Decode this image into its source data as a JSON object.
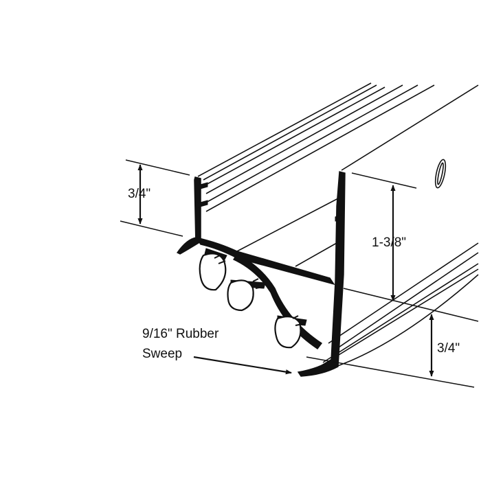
{
  "dimensions": {
    "top_flange": "3/4\"",
    "body_height": "1-3/8\"",
    "bottom_flange": "3/4\""
  },
  "callout": {
    "line1": "9/16\" Rubber",
    "line2": "Sweep"
  },
  "colors": {
    "ink": "#111111",
    "profile_fill": "#ffffff",
    "background": "#ffffff"
  }
}
